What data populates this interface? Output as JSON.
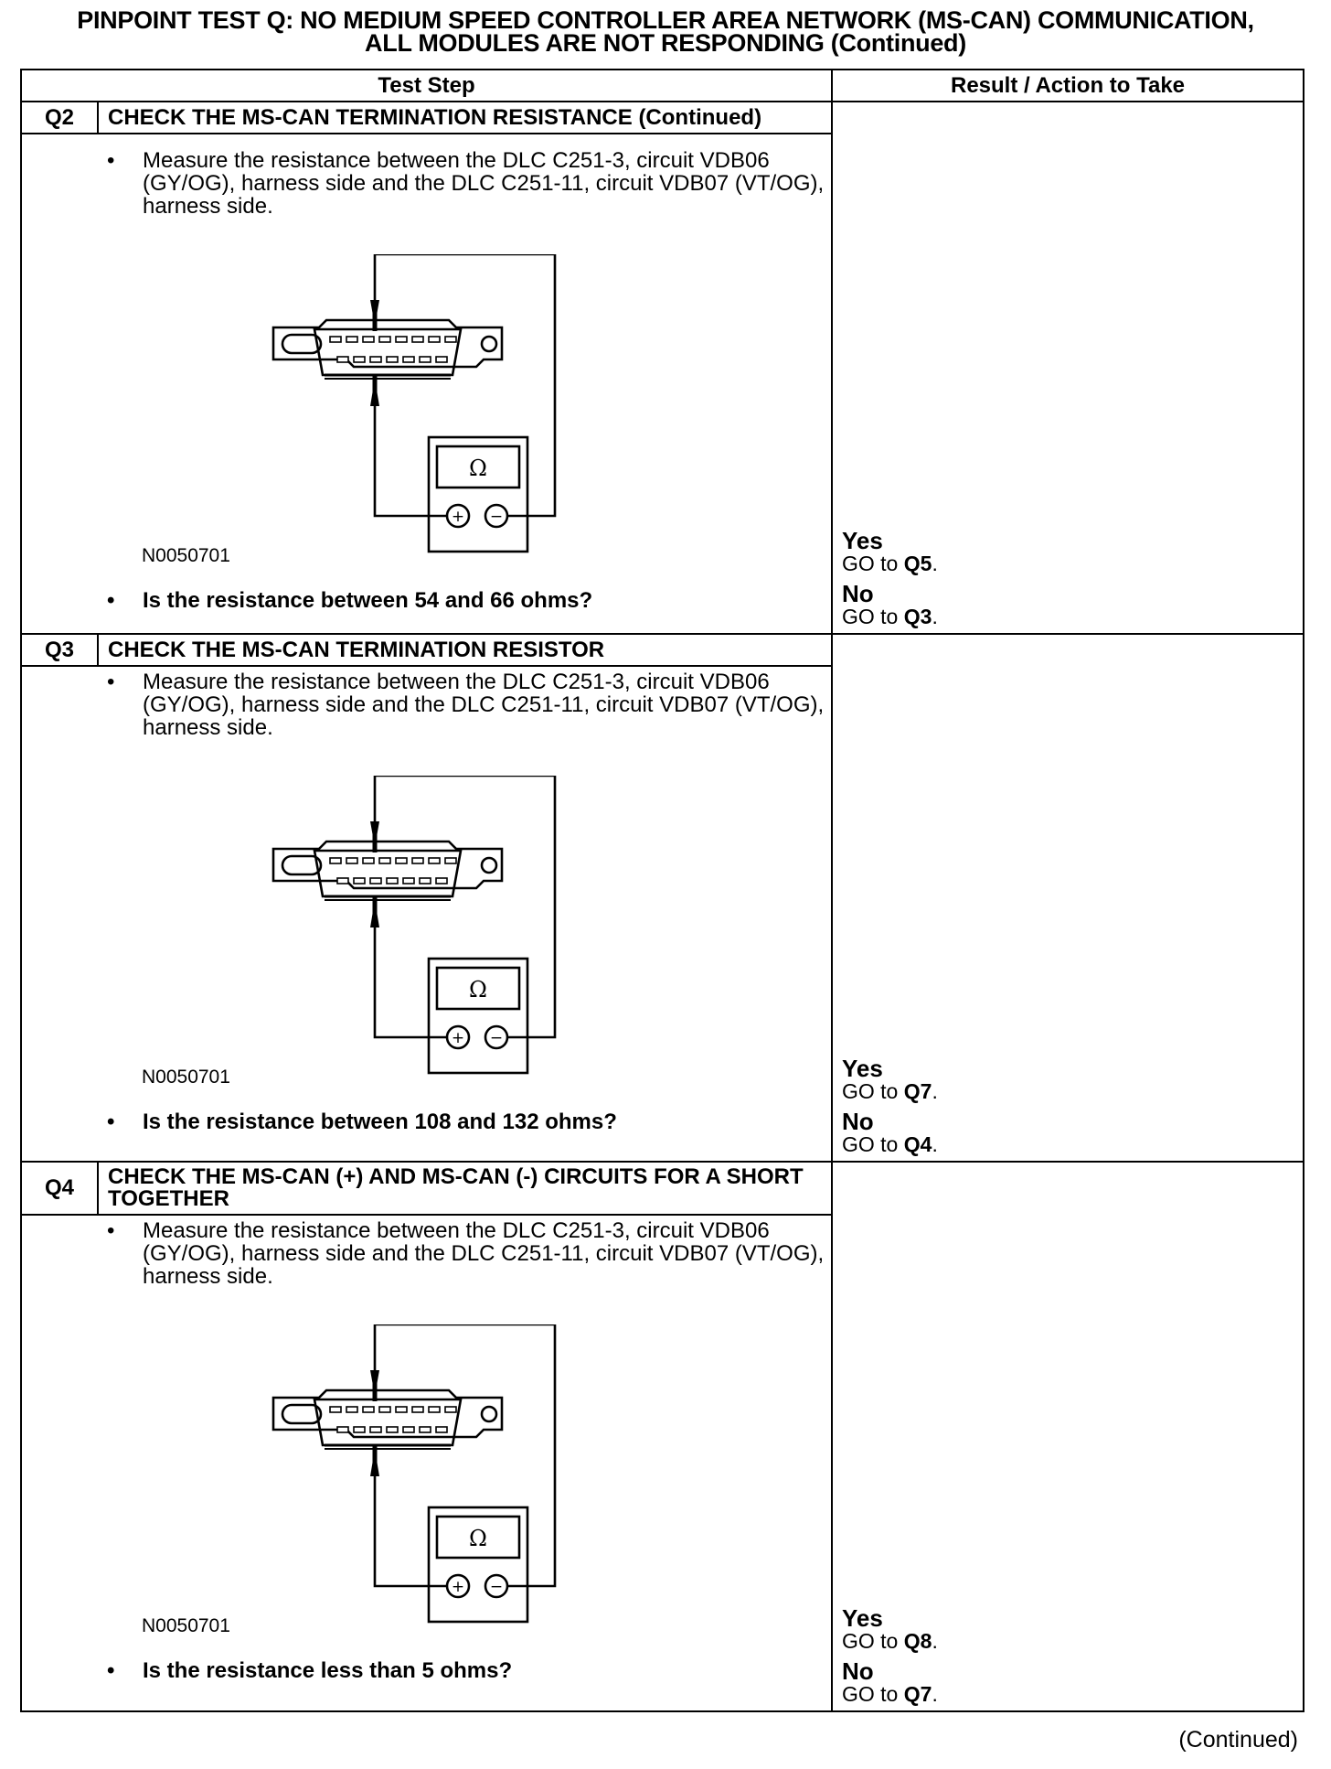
{
  "title": {
    "line1": "PINPOINT TEST  Q: NO MEDIUM SPEED CONTROLLER AREA NETWORK (MS-CAN) COMMUNICATION,",
    "line2": "ALL MODULES ARE NOT RESPONDING (Continued)"
  },
  "table": {
    "col_test_step": "Test Step",
    "col_result": "Result / Action to Take",
    "steps": [
      {
        "id": "Q2",
        "title": "CHECK THE MS-CAN TERMINATION RESISTANCE (Continued)",
        "instruction": "Measure the resistance between the DLC C251-3, circuit VDB06 (GY/OG), harness side and the DLC C251-11, circuit VDB07 (VT/OG), harness side.",
        "figure_id": "N0050701",
        "question": "Is the resistance between 54 and 66 ohms?",
        "yes_label": "Yes",
        "yes_action_prefix": "GO to",
        "yes_target": "Q5",
        "no_label": "No",
        "no_action_prefix": "GO to",
        "no_target": "Q3"
      },
      {
        "id": "Q3",
        "title": "CHECK THE MS-CAN TERMINATION RESISTOR",
        "instruction": "Measure the resistance between the DLC C251-3, circuit VDB06 (GY/OG), harness side and the DLC C251-11, circuit VDB07 (VT/OG), harness side.",
        "figure_id": "N0050701",
        "question": "Is the resistance between 108 and 132 ohms?",
        "yes_label": "Yes",
        "yes_action_prefix": "GO to",
        "yes_target": "Q7",
        "no_label": "No",
        "no_action_prefix": "GO to",
        "no_target": "Q4"
      },
      {
        "id": "Q4",
        "title": "CHECK THE MS-CAN (+) AND MS-CAN (-) CIRCUITS FOR A SHORT TOGETHER",
        "instruction": "Measure the resistance between the DLC C251-3, circuit VDB06 (GY/OG), harness side and the DLC C251-11, circuit VDB07 (VT/OG), harness side.",
        "figure_id": "N0050701",
        "question": "Is the resistance less than 5 ohms?",
        "yes_label": "Yes",
        "yes_action_prefix": "GO to",
        "yes_target": "Q8",
        "no_label": "No",
        "no_action_prefix": "GO to",
        "no_target": "Q7"
      }
    ]
  },
  "diagram": {
    "meter_symbol": "Ω",
    "plus_symbol": "+",
    "minus_symbol": "−",
    "icon": "obd-connector-multimeter-icon"
  },
  "footer": {
    "continued": "(Continued)"
  }
}
